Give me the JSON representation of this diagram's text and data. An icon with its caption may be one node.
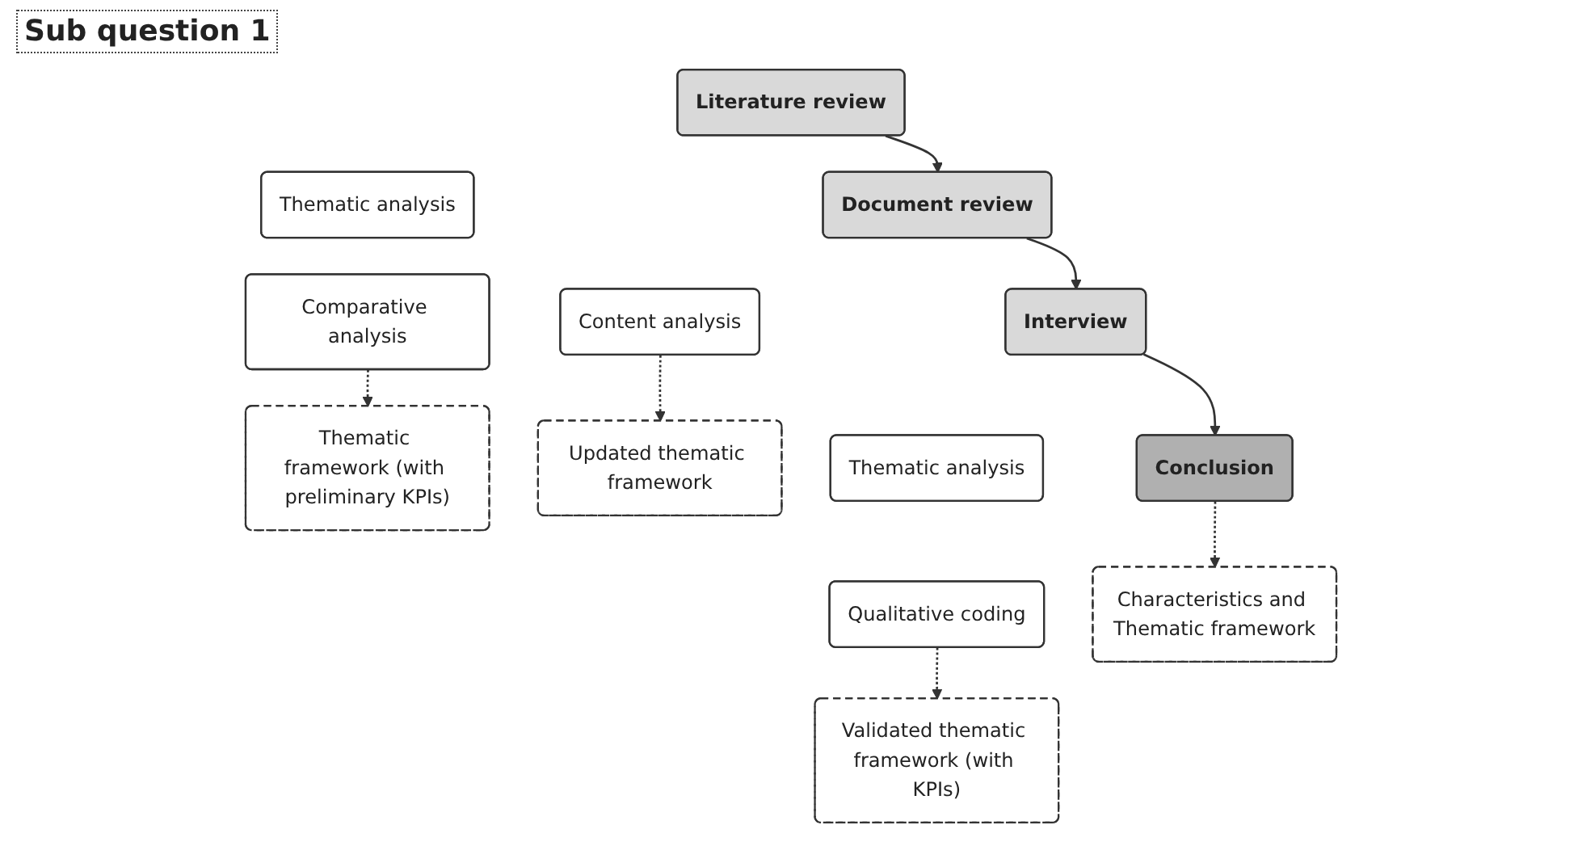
{
  "diagram": {
    "title": "Sub question 1",
    "nodes": [
      {
        "text": [
          "Literature review"
        ]
      },
      {
        "text": [
          "Thematic analysis"
        ]
      },
      {
        "text": [
          "Comparative analysis"
        ]
      },
      {
        "text": [
          "Thematic framework (with preliminary KPIs)"
        ]
      },
      {
        "text": [
          "Document review"
        ]
      },
      {
        "text": [
          "Content analysis"
        ]
      },
      {
        "text": [
          "Updated thematic framework"
        ]
      },
      {
        "text": [
          "Interview"
        ]
      },
      {
        "text": [
          "Thematic analysis"
        ]
      },
      {
        "text": [
          "Qualitative coding"
        ]
      },
      {
        "text": [
          "Validated thematic framework (with KPIs)"
        ]
      },
      {
        "text": [
          "Conclusion"
        ]
      },
      {
        "text": [
          "Characteristics and Thematic framework"
        ]
      }
    ],
    "edges": [
      {
        "from": 0,
        "to": 4,
        "arrow": "to"
      },
      {
        "from": 4,
        "to": 7,
        "arrow": "to"
      },
      {
        "from": 7,
        "to": 11,
        "arrow": "to"
      },
      {
        "from": 2,
        "to": 3,
        "arrow": "to",
        "style": "dashed"
      },
      {
        "from": 5,
        "to": 6,
        "arrow": "to",
        "style": "dashed"
      },
      {
        "from": 9,
        "to": 10,
        "arrow": "to",
        "style": "dashed"
      },
      {
        "from": 11,
        "to": 12,
        "arrow": "to",
        "style": "dashed"
      }
    ]
  }
}
